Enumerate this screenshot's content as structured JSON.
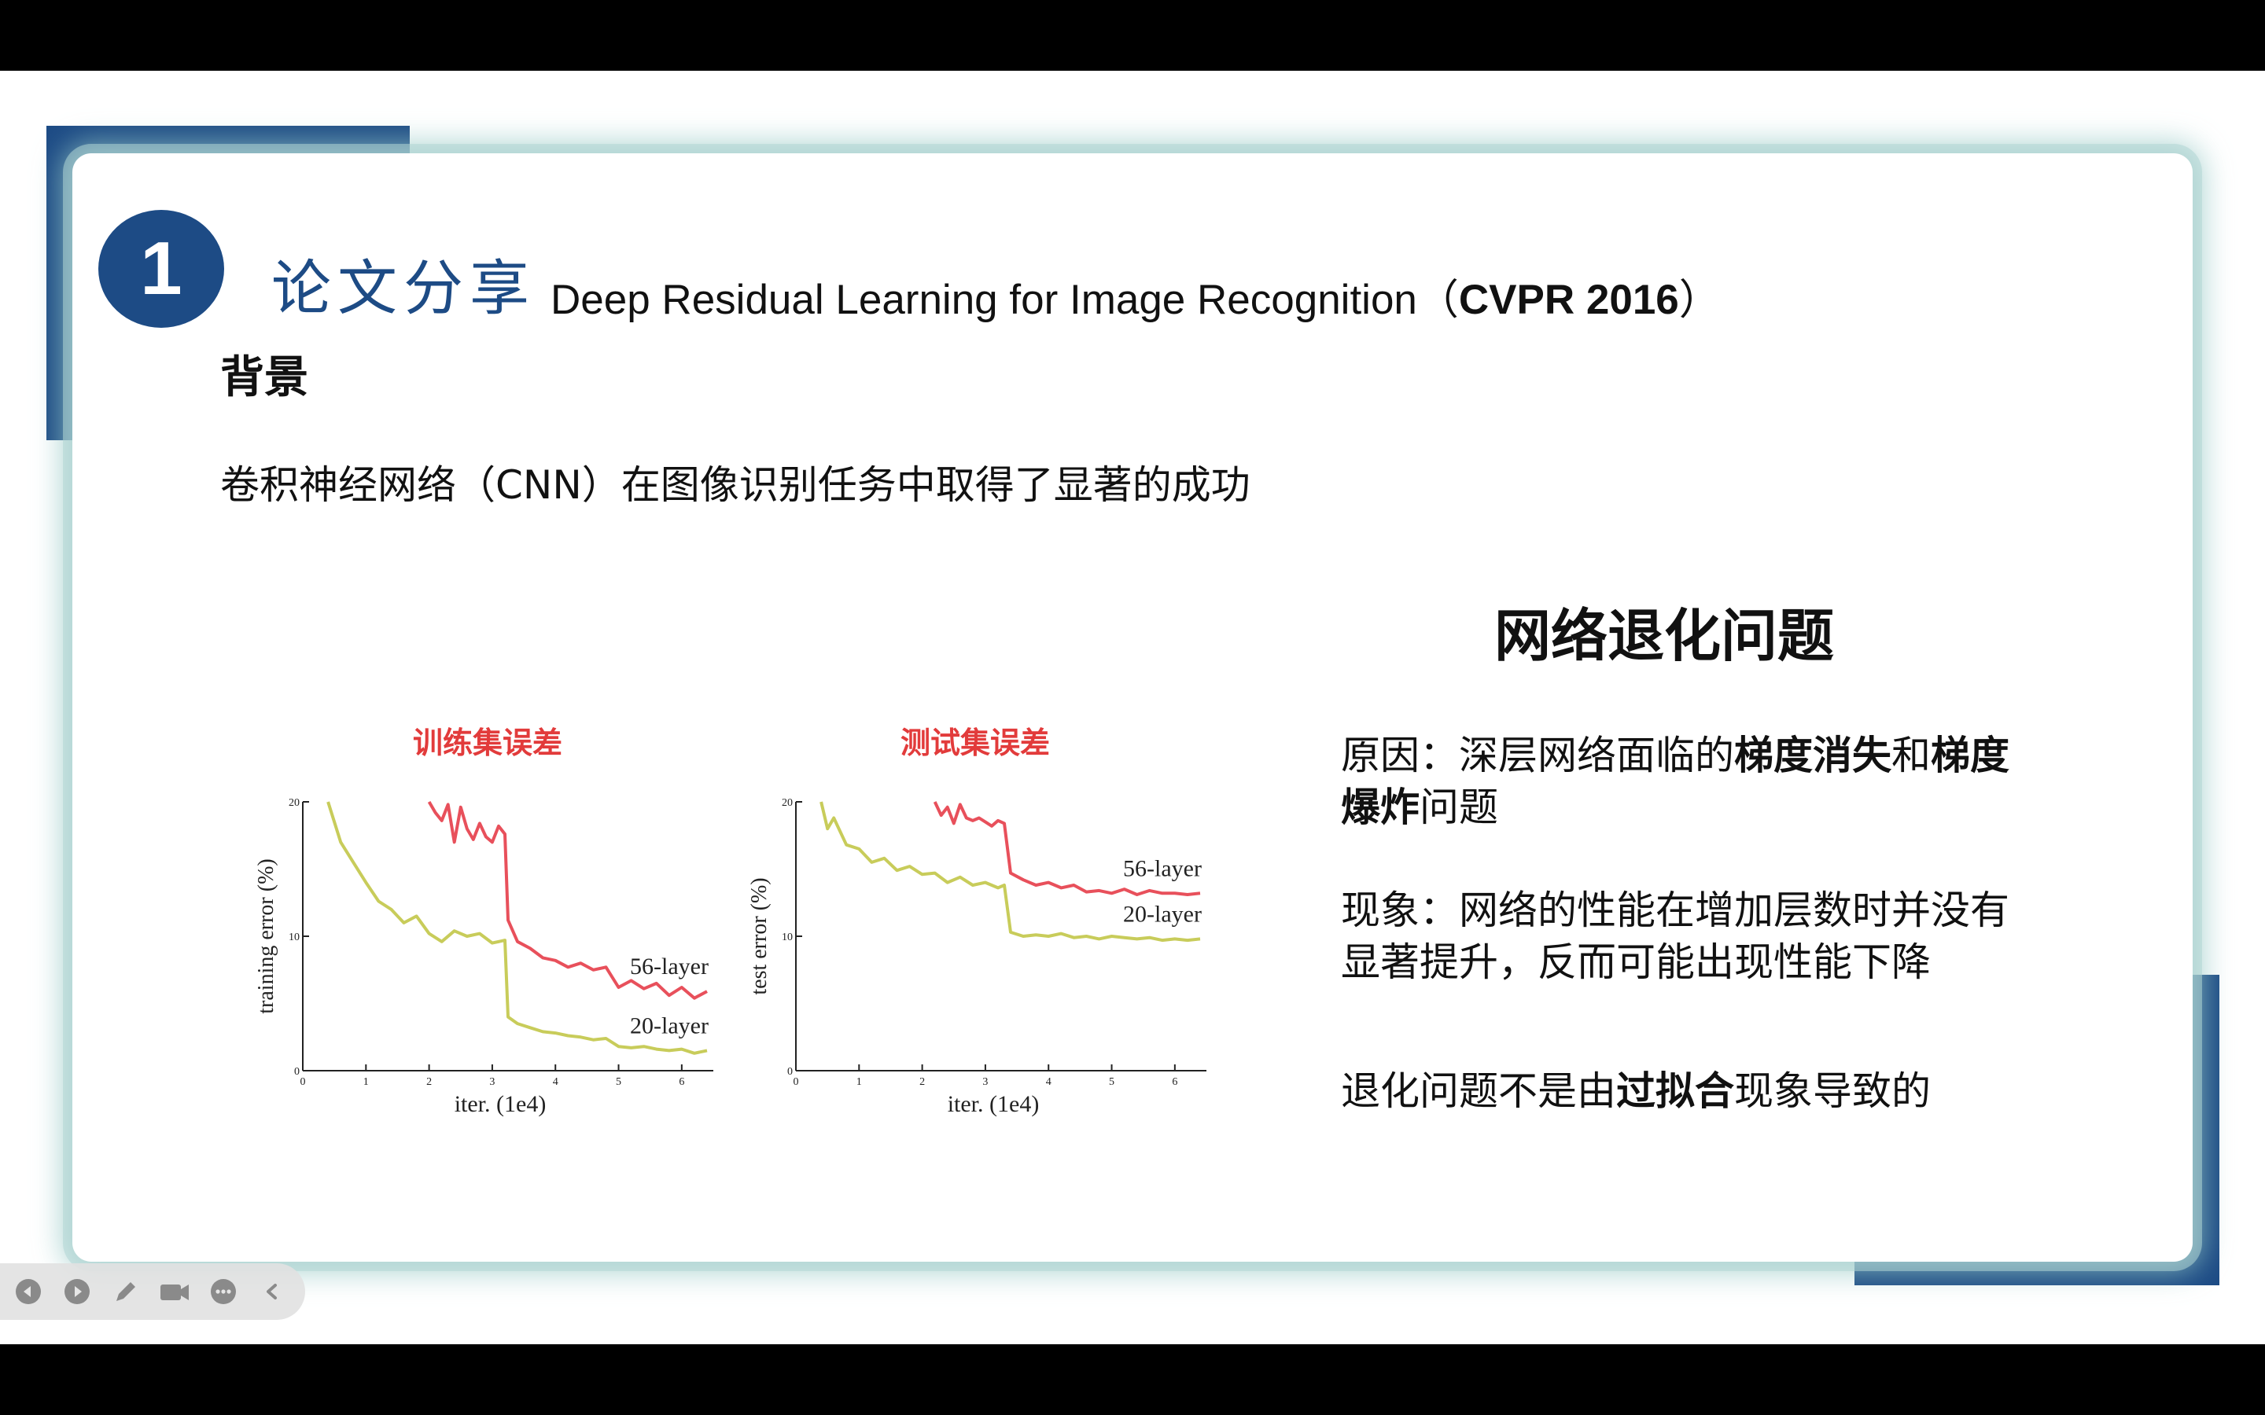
{
  "slide": {
    "number": "1",
    "title_cn": "论文分享",
    "title_en_prefix": "Deep Residual Learning for Image Recognition（",
    "title_en_bold": "CVPR 2016",
    "title_en_suffix": "）",
    "section_heading": "背景",
    "intro_text": "卷积神经网络（CNN）在图像识别任务中取得了显著的成功",
    "right_title": "网络退化问题",
    "reason": {
      "prefix": "原因：深层网络面临的",
      "bold1": "梯度消失",
      "mid": "和",
      "bold2": "梯度爆炸",
      "suffix": "问题"
    },
    "phenomenon": "现象：网络的性能在增加层数时并没有显著提升，反而可能出现性能下降",
    "conclusion": {
      "prefix": "退化问题不是由",
      "bold": "过拟合",
      "suffix": "现象导致的"
    }
  },
  "colors": {
    "brand_blue": "#1d4b85",
    "red_curve": "#e8505b",
    "yellow_curve": "#c8cc5a",
    "chart_title_red": "#e23b3b"
  },
  "toolbar": {
    "buttons": [
      "previous-icon",
      "next-icon",
      "pen-icon",
      "camera-icon",
      "more-icon",
      "collapse-icon"
    ]
  },
  "chart_data": [
    {
      "type": "line",
      "title": "训练集误差",
      "xlabel": "iter. (1e4)",
      "ylabel": "training error (%)",
      "xlim": [
        0,
        6.5
      ],
      "ylim": [
        0,
        20
      ],
      "xticks": [
        "0",
        "1",
        "2",
        "3",
        "4",
        "5",
        "6"
      ],
      "yticks": [
        "0",
        "10",
        "20"
      ],
      "series": [
        {
          "name": "56-layer",
          "x": [
            2.0,
            2.1,
            2.2,
            2.3,
            2.4,
            2.5,
            2.6,
            2.7,
            2.8,
            2.9,
            3.0,
            3.1,
            3.2,
            3.25,
            3.4,
            3.6,
            3.8,
            4.0,
            4.2,
            4.4,
            4.6,
            4.8,
            5.0,
            5.2,
            5.4,
            5.6,
            5.8,
            6.0,
            6.2,
            6.4
          ],
          "y": [
            20,
            19.2,
            18.6,
            19.8,
            17.0,
            19.6,
            18.0,
            17.2,
            18.4,
            17.4,
            17.0,
            18.2,
            17.6,
            11.2,
            9.6,
            9.1,
            8.4,
            8.2,
            7.7,
            8.0,
            7.5,
            7.7,
            6.2,
            6.7,
            6.1,
            6.5,
            5.6,
            6.2,
            5.4,
            5.9
          ]
        },
        {
          "name": "20-layer",
          "x": [
            0.4,
            0.6,
            0.8,
            1.0,
            1.2,
            1.4,
            1.6,
            1.8,
            2.0,
            2.2,
            2.4,
            2.6,
            2.8,
            3.0,
            3.2,
            3.25,
            3.4,
            3.6,
            3.8,
            4.0,
            4.2,
            4.4,
            4.6,
            4.8,
            5.0,
            5.2,
            5.4,
            5.6,
            5.8,
            6.0,
            6.2,
            6.4
          ],
          "y": [
            20,
            17.0,
            15.5,
            14.0,
            12.6,
            12.0,
            11.0,
            11.5,
            10.2,
            9.6,
            10.4,
            10.0,
            10.2,
            9.5,
            9.7,
            4.0,
            3.5,
            3.2,
            2.9,
            2.8,
            2.6,
            2.5,
            2.3,
            2.4,
            1.8,
            1.7,
            1.8,
            1.6,
            1.5,
            1.6,
            1.3,
            1.5
          ]
        }
      ]
    },
    {
      "type": "line",
      "title": "测试集误差",
      "xlabel": "iter. (1e4)",
      "ylabel": "test error (%)",
      "xlim": [
        0,
        6.5
      ],
      "ylim": [
        0,
        20
      ],
      "xticks": [
        "0",
        "1",
        "2",
        "3",
        "4",
        "5",
        "6"
      ],
      "yticks": [
        "0",
        "10",
        "20"
      ],
      "series": [
        {
          "name": "56-layer",
          "x": [
            2.2,
            2.3,
            2.4,
            2.5,
            2.6,
            2.7,
            2.8,
            2.9,
            3.0,
            3.1,
            3.2,
            3.3,
            3.4,
            3.6,
            3.8,
            4.0,
            4.2,
            4.4,
            4.6,
            4.8,
            5.0,
            5.2,
            5.4,
            5.6,
            5.8,
            6.0,
            6.2,
            6.4
          ],
          "y": [
            20,
            19.0,
            19.6,
            18.4,
            19.8,
            18.8,
            18.6,
            18.8,
            18.5,
            18.2,
            18.6,
            18.4,
            14.7,
            14.2,
            13.8,
            14.0,
            13.6,
            13.8,
            13.3,
            13.4,
            13.2,
            13.5,
            13.1,
            13.4,
            13.2,
            13.2,
            13.1,
            13.2
          ]
        },
        {
          "name": "20-layer",
          "x": [
            0.4,
            0.5,
            0.6,
            0.8,
            1.0,
            1.2,
            1.4,
            1.6,
            1.8,
            2.0,
            2.2,
            2.4,
            2.6,
            2.8,
            3.0,
            3.2,
            3.3,
            3.4,
            3.6,
            3.8,
            4.0,
            4.2,
            4.4,
            4.6,
            4.8,
            5.0,
            5.2,
            5.4,
            5.6,
            5.8,
            6.0,
            6.2,
            6.4
          ],
          "y": [
            20,
            18.0,
            18.8,
            16.8,
            16.5,
            15.5,
            15.8,
            14.9,
            15.2,
            14.6,
            14.7,
            14.0,
            14.4,
            13.8,
            14.0,
            13.6,
            13.8,
            10.3,
            10.0,
            10.1,
            10.0,
            10.2,
            9.9,
            10.0,
            9.8,
            10.0,
            9.9,
            9.8,
            9.9,
            9.7,
            9.8,
            9.7,
            9.8
          ]
        }
      ]
    }
  ]
}
